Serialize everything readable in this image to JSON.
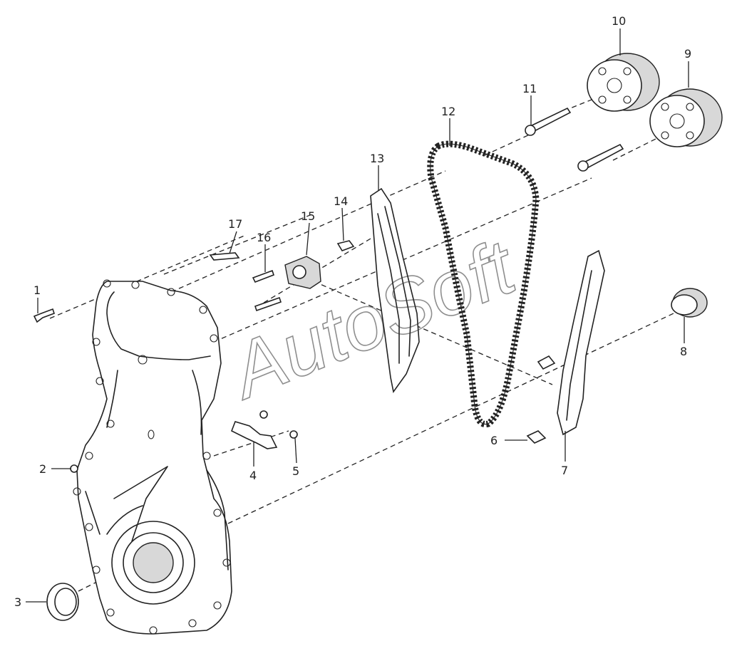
{
  "watermark": "AutoSoft",
  "callouts": [
    {
      "id": "1",
      "label": "1"
    },
    {
      "id": "2",
      "label": "2"
    },
    {
      "id": "3",
      "label": "3"
    },
    {
      "id": "4",
      "label": "4"
    },
    {
      "id": "5",
      "label": "5"
    },
    {
      "id": "6",
      "label": "6"
    },
    {
      "id": "7",
      "label": "7"
    },
    {
      "id": "8",
      "label": "8"
    },
    {
      "id": "9",
      "label": "9"
    },
    {
      "id": "10",
      "label": "10"
    },
    {
      "id": "11",
      "label": "11"
    },
    {
      "id": "12",
      "label": "12"
    },
    {
      "id": "13",
      "label": "13"
    },
    {
      "id": "14",
      "label": "14"
    },
    {
      "id": "15",
      "label": "15"
    },
    {
      "id": "16",
      "label": "16"
    },
    {
      "id": "17",
      "label": "17"
    }
  ]
}
